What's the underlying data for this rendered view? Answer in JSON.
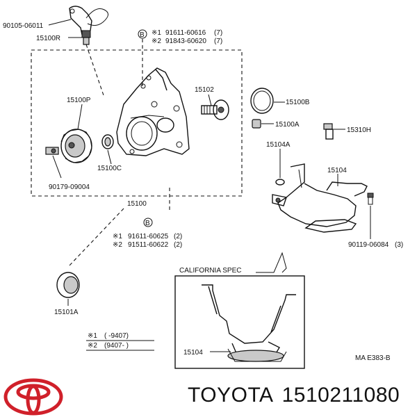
{
  "parts": {
    "p90105": "90105-06011",
    "p15100R": "15100R",
    "p15100P": "15100P",
    "p90179": "90179-09004",
    "p15100": "15100",
    "p15100C": "15100C",
    "p15102": "15102",
    "p15100B": "15100B",
    "p15100A": "15100A",
    "p15310H": "15310H",
    "p15104A": "15104A",
    "p15104": "15104",
    "p90119": "90119-06084",
    "p90119_qty": "(3)",
    "p15101A": "15101A",
    "p15104_cal": "15104"
  },
  "bolts_top": {
    "marker": "B",
    "line1_prefix": "※1",
    "line1_part": "91611-60616",
    "line1_qty": "(7)",
    "line2_prefix": "※2",
    "line2_part": "91843-60620",
    "line2_qty": "(7)"
  },
  "bolts_bottom": {
    "marker": "B",
    "line1_prefix": "※1",
    "line1_part": "91611-60625",
    "line1_qty": "(2)",
    "line2_prefix": "※2",
    "line2_part": "91511-60622",
    "line2_qty": "(2)"
  },
  "legend": {
    "line1_prefix": "※1",
    "line1_range": "(      -9407)",
    "line2_prefix": "※2",
    "line2_range": "(9407-         )"
  },
  "california_spec": "CALIFORNIA  SPEC",
  "diagram_code": "MA   E383-B",
  "footer": {
    "brand": "TOYOTA",
    "part_number": "1510211080"
  },
  "colors": {
    "logo_red": "#d0202a",
    "ink": "#111111"
  },
  "icons": {
    "logo": "toyota-logo-icon"
  }
}
